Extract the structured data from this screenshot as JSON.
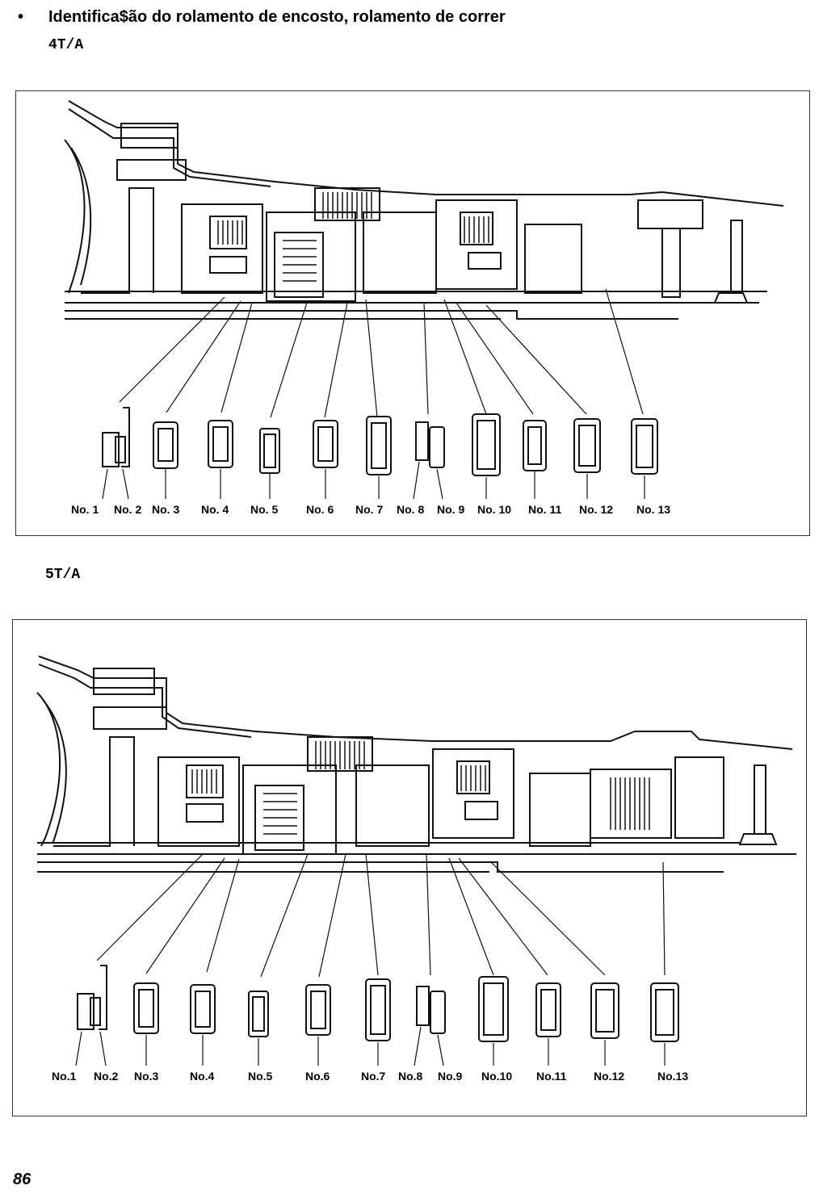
{
  "heading": {
    "bullet": "•",
    "title": "Identifica$ão do rolamento de encosto, rolamento de correr"
  },
  "section_4ta": {
    "label": "4T/A",
    "bearings": [
      "No. 1",
      "No. 2",
      "No. 3",
      "No. 4",
      "No. 5",
      "No. 6",
      "No. 7",
      "No. 8",
      "No. 9",
      "No. 10",
      "No. 11",
      "No. 12",
      "No. 13"
    ]
  },
  "section_5ta": {
    "label": "5T/A",
    "bearings": [
      "No.1",
      "No.2",
      "No.3",
      "No.4",
      "No.5",
      "No.6",
      "No.7",
      "No.8",
      "No.9",
      "No.10",
      "No.11",
      "No.12",
      "No.13"
    ]
  },
  "page_number": "86"
}
